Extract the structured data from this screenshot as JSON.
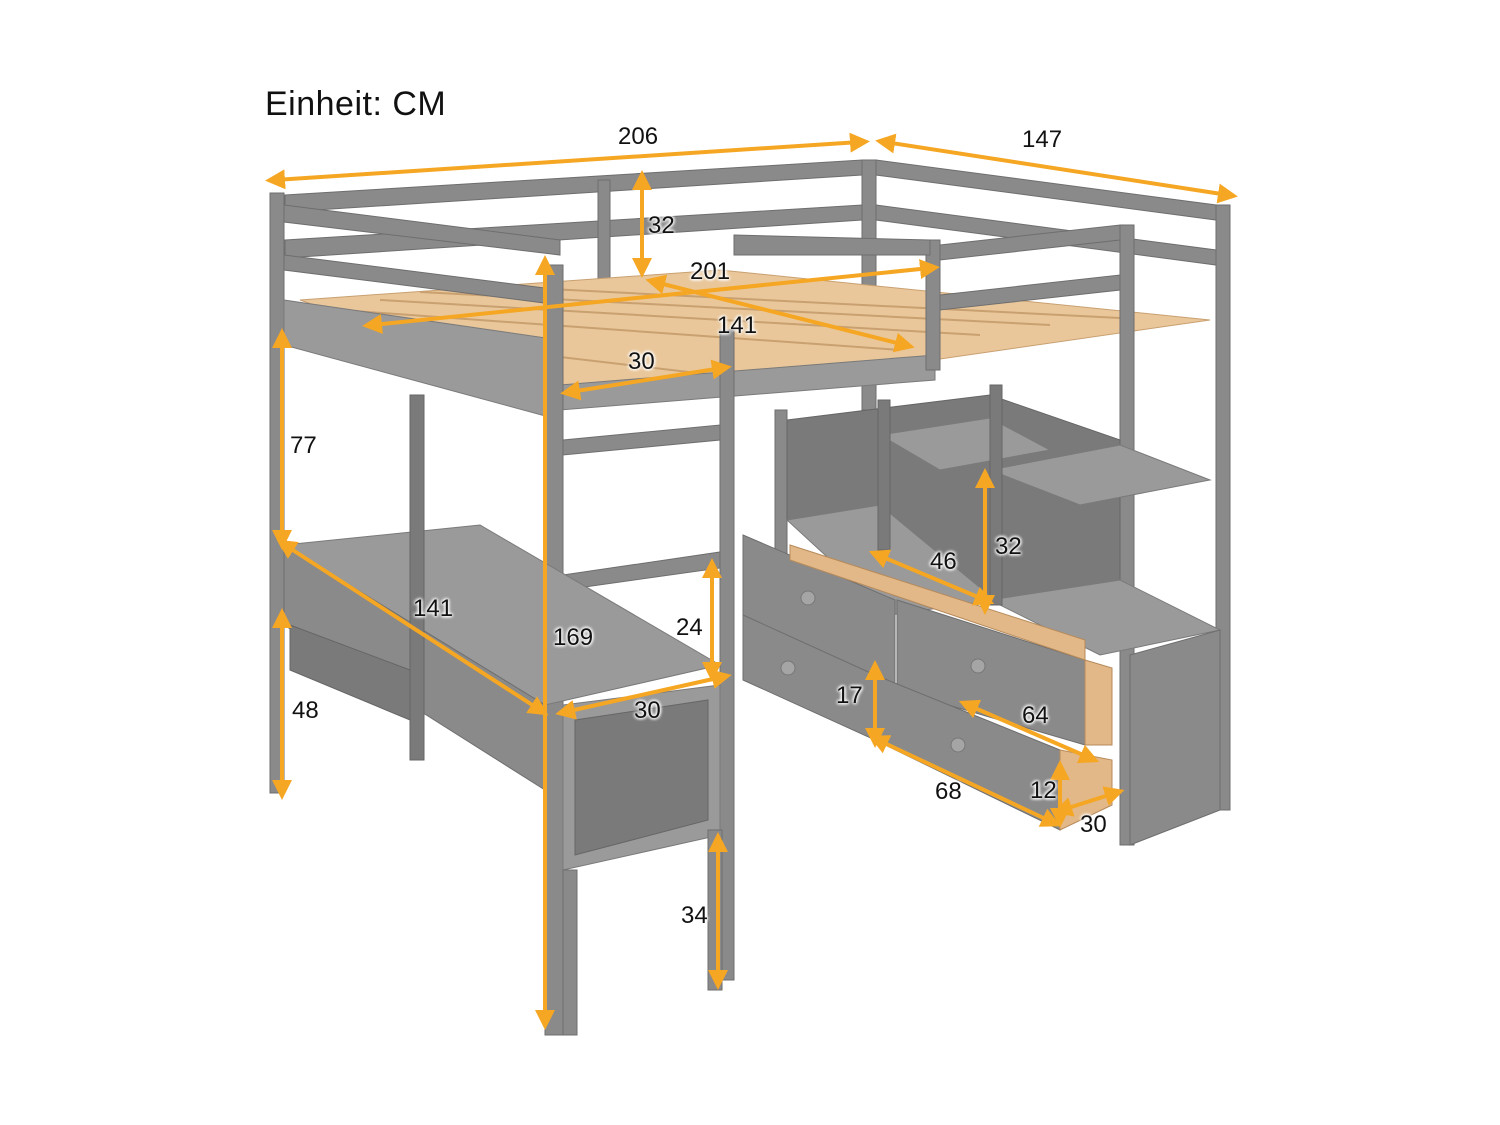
{
  "title": "Einheit: CM",
  "colors": {
    "frame": "#8a8a8a",
    "slats": "#e9c79a",
    "dimension_arrow": "#f5a623",
    "text": "#111111",
    "background": "#ffffff"
  },
  "dimensions": {
    "overall_length": "206",
    "overall_width": "147",
    "guardrail_height": "32",
    "mattress_length": "201",
    "mattress_width": "141",
    "ladder_opening": "30",
    "under_bed_clearance": "77",
    "desk_length": "141",
    "desk_height": "48",
    "total_height": "169",
    "ladder_step_spacing": "24",
    "desk_depth": "30",
    "shelf_bottom_clearance": "34",
    "shelf_width": "46",
    "shelf_height": "32",
    "drawer_height": "17",
    "drawer_front_length": "68",
    "drawer_inner_length": "64",
    "drawer_inner_height": "12",
    "drawer_depth": "30"
  }
}
